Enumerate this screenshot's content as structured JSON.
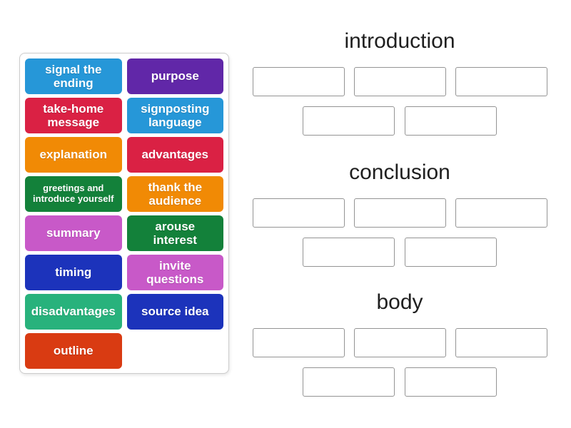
{
  "activity": {
    "kind": "group-sort",
    "instructional_state": "unsorted"
  },
  "palette": {
    "azure": "#2697d8",
    "violet": "#6127a8",
    "crimson": "#da2144",
    "orange": "#f18a05",
    "green": "#13813a",
    "orchid": "#c859c8",
    "royal_blue": "#1c33bb",
    "emerald": "#28b27c",
    "vermilion": "#d93b12",
    "heading_text": "#1f1f1f",
    "tile_text": "#ffffff",
    "slot_border": "#949494",
    "panel_border": "#cccccc"
  },
  "tile_panel": {
    "tiles": [
      {
        "label": "signal the ending",
        "color_key": "azure",
        "small": false
      },
      {
        "label": "purpose",
        "color_key": "violet",
        "small": false
      },
      {
        "label": "take-home message",
        "color_key": "crimson",
        "small": false
      },
      {
        "label": "signposting language",
        "color_key": "azure",
        "small": false
      },
      {
        "label": "explanation",
        "color_key": "orange",
        "small": false
      },
      {
        "label": "advantages",
        "color_key": "crimson",
        "small": false
      },
      {
        "label": "greetings and introduce yourself",
        "color_key": "green",
        "small": true
      },
      {
        "label": "thank the audience",
        "color_key": "orange",
        "small": false
      },
      {
        "label": "summary",
        "color_key": "orchid",
        "small": false
      },
      {
        "label": "arouse interest",
        "color_key": "green",
        "small": false
      },
      {
        "label": "timing",
        "color_key": "royal_blue",
        "small": false
      },
      {
        "label": "invite questions",
        "color_key": "orchid",
        "small": false
      },
      {
        "label": "disadvantages",
        "color_key": "emerald",
        "small": false
      },
      {
        "label": "source idea",
        "color_key": "royal_blue",
        "small": false
      },
      {
        "label": "outline",
        "color_key": "vermilion",
        "small": false
      }
    ]
  },
  "groups": [
    {
      "title": "introduction",
      "empty_slots": 5
    },
    {
      "title": "conclusion",
      "empty_slots": 5
    },
    {
      "title": "body",
      "empty_slots": 5
    }
  ]
}
